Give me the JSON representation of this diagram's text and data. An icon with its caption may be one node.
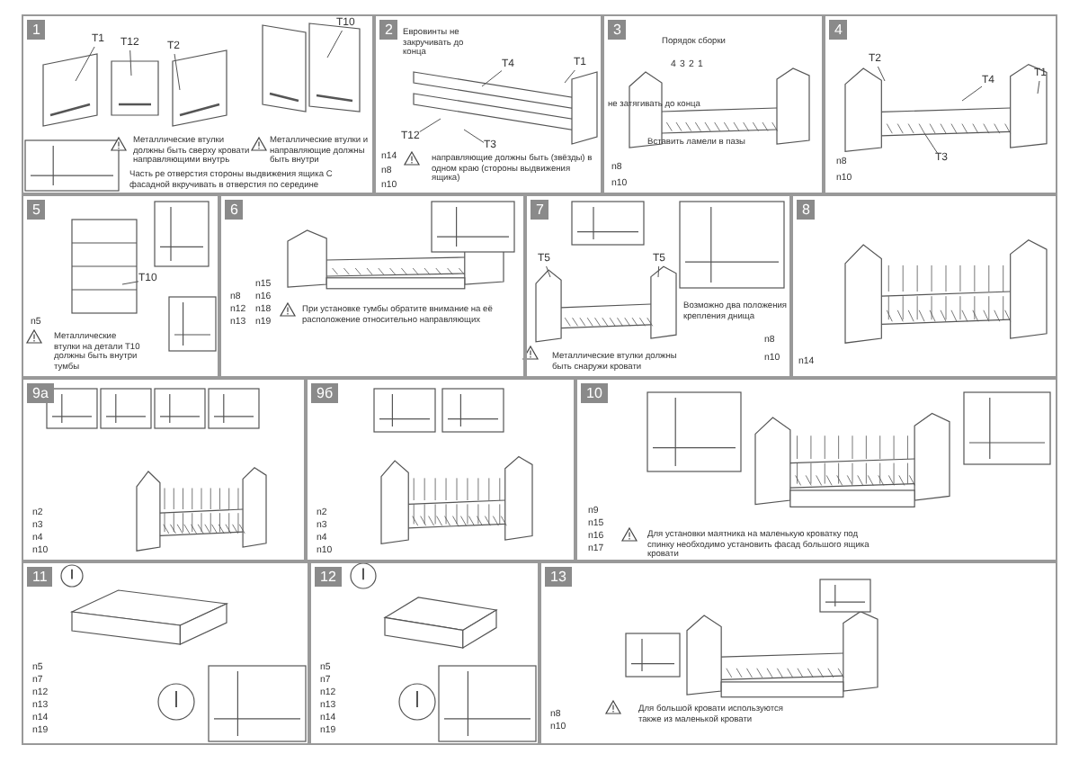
{
  "diagram": {
    "nodes": [
      {
        "text": [
          "1"
        ]
      },
      {
        "text": [
          "2"
        ]
      },
      {
        "text": [
          "3"
        ]
      },
      {
        "text": [
          "4"
        ]
      },
      {
        "text": [
          "5"
        ]
      },
      {
        "text": [
          "6"
        ]
      },
      {
        "text": [
          "7"
        ]
      },
      {
        "text": [
          "8"
        ]
      },
      {
        "text": [
          "9а"
        ]
      },
      {
        "text": [
          "9б"
        ]
      },
      {
        "text": [
          "10"
        ]
      },
      {
        "text": [
          "11"
        ]
      },
      {
        "text": [
          "12"
        ]
      },
      {
        "text": [
          "13"
        ]
      },
      {
        "text": [
          "T1"
        ],
        "in": 0
      },
      {
        "text": [
          "T12"
        ],
        "in": 0
      },
      {
        "text": [
          "T2"
        ],
        "in": 0
      },
      {
        "text": [
          "T10"
        ],
        "in": 0
      },
      {
        "text": [
          "T4"
        ],
        "in": 1
      },
      {
        "text": [
          "T12"
        ],
        "in": 1
      },
      {
        "text": [
          "T3"
        ],
        "in": 1
      },
      {
        "text": [
          "T1"
        ],
        "in": 1
      },
      {
        "text": [
          "T2"
        ],
        "in": 3
      },
      {
        "text": [
          "T4"
        ],
        "in": 3
      },
      {
        "text": [
          "T1"
        ],
        "in": 3
      },
      {
        "text": [
          "T3"
        ],
        "in": 3
      },
      {
        "text": [
          "T10"
        ],
        "in": 4
      },
      {
        "text": [
          "T5"
        ],
        "in": 6
      },
      {
        "text": [
          "T5"
        ],
        "in": 6
      }
    ],
    "edges": [
      {
        "from": 14,
        "to": null,
        "arrow": "none"
      },
      {
        "from": 15,
        "to": null,
        "arrow": "none"
      },
      {
        "from": 16,
        "to": null,
        "arrow": "none"
      },
      {
        "from": 17,
        "to": null,
        "arrow": "none"
      },
      {
        "from": 18,
        "to": null,
        "arrow": "none"
      },
      {
        "from": 19,
        "to": null,
        "arrow": "none"
      },
      {
        "from": 20,
        "to": null,
        "arrow": "none"
      },
      {
        "from": 21,
        "to": null,
        "arrow": "none"
      },
      {
        "from": 22,
        "to": null,
        "arrow": "none"
      },
      {
        "from": 23,
        "to": null,
        "arrow": "none"
      },
      {
        "from": 24,
        "to": null,
        "arrow": "none"
      },
      {
        "from": 25,
        "to": null,
        "arrow": "none"
      },
      {
        "from": 26,
        "to": null,
        "arrow": "none"
      },
      {
        "from": 27,
        "to": null,
        "arrow": "none"
      },
      {
        "from": 28,
        "to": null,
        "arrow": "none"
      }
    ],
    "labels": [
      "Металлические втулки должны быть сверху кровати направляющими внутрь",
      "Металлические втулки и направляющие должны быть внутри",
      "Часть ре отверстия стороны выдвижения ящика С фасадной вкручивать в отверстия по середине",
      "Евровинты не закручивать до конца",
      "n14",
      "n8",
      "n10",
      "направляющие должны быть (звёзды) в одном краю (стороны выдвижения ящика)",
      "Порядок сборки",
      "4",
      "3",
      "2",
      "1",
      "не затягивать до конца",
      "Вставить ламели в пазы",
      "n8",
      "n10",
      "n8",
      "n10",
      "n5",
      "Металлические втулки на детали T10 должны быть внутри тумбы",
      "n15",
      "n8",
      "n16",
      "n12",
      "n18",
      "n13",
      "n19",
      "При установке тумбы обратите внимание на её расположение относительно направляющих",
      "Металлические втулки должны быть снаружи кровати",
      "Возможно два положения крепления днища",
      "n8",
      "n10",
      "n14",
      "n2",
      "n3",
      "n4",
      "n10",
      "n2",
      "n3",
      "n4",
      "n10",
      "n9",
      "n15",
      "n16",
      "n17",
      "Для установки маятника на маленькую кроватку под спинку необходимо установить фасад большого ящика кровати",
      "n5",
      "n7",
      "n12",
      "n13",
      "n14",
      "n19",
      "n5",
      "n7",
      "n12",
      "n13",
      "n14",
      "n19",
      "n8",
      "n10",
      "Для большой кровати используются также из маленькой кровати"
    ]
  }
}
